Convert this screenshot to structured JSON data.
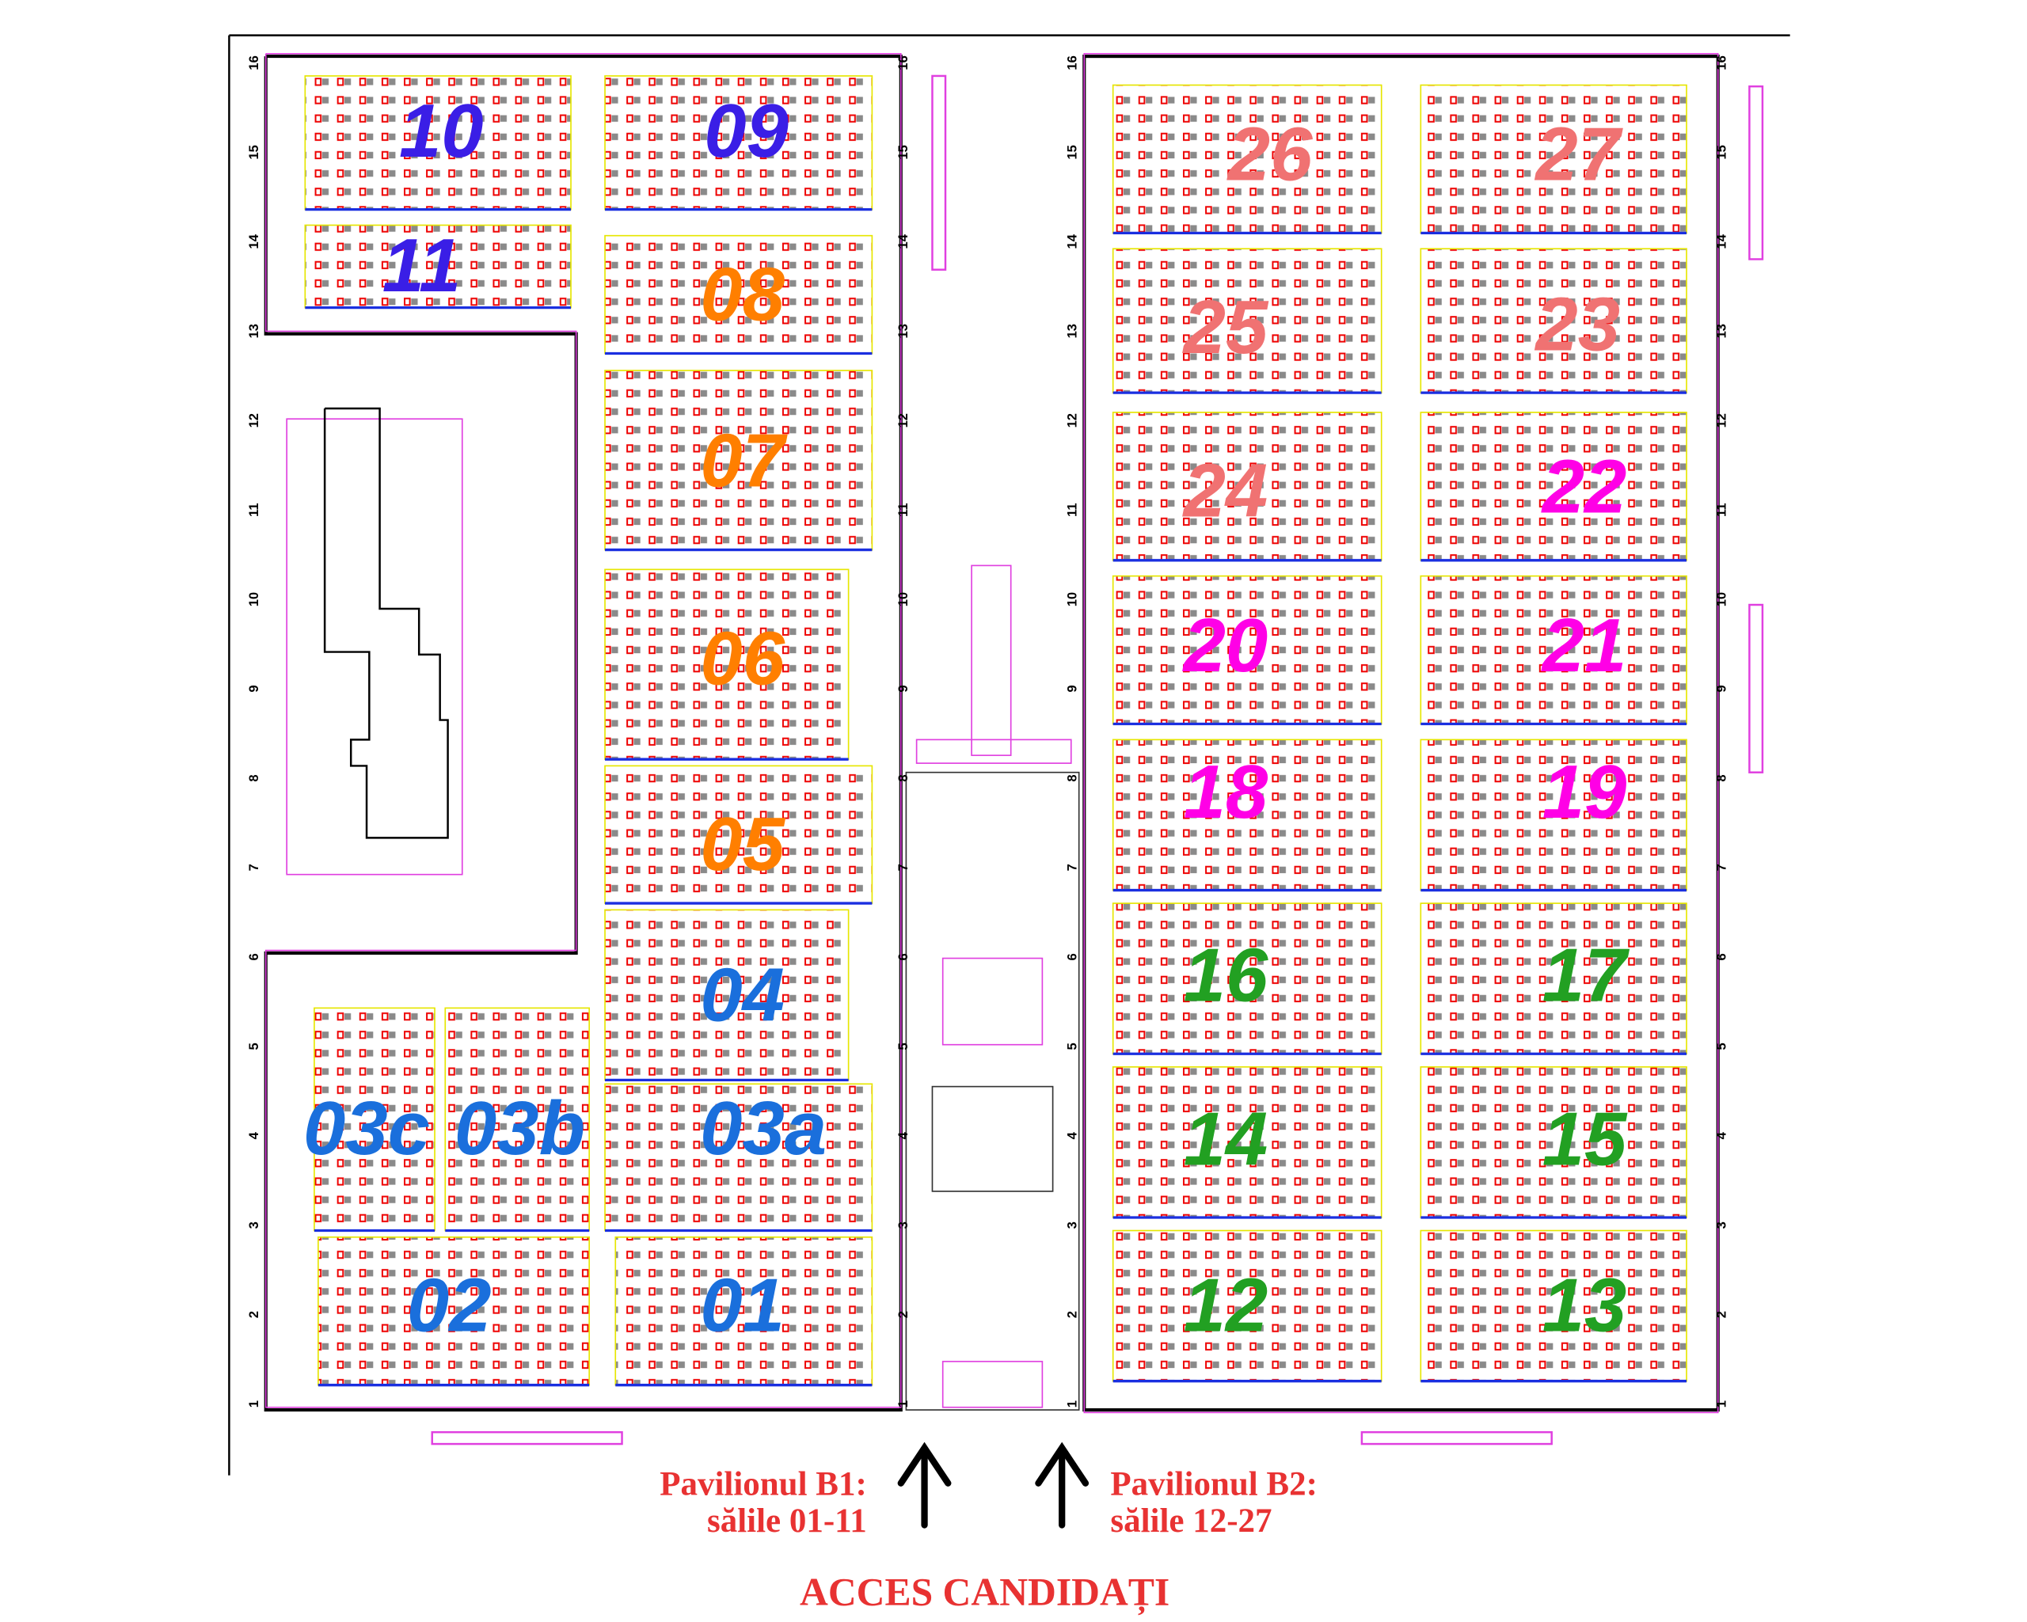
{
  "pavilions": {
    "b1": {
      "label_line1": "Pavilionul B1:",
      "label_line2": "sălile 01-11"
    },
    "b2": {
      "label_line1": "Pavilionul B2:",
      "label_line2": "sălile 12-27"
    }
  },
  "access_label": "ACCES CANDIDAȚI",
  "axis_labels": [
    "16",
    "15",
    "14",
    "13",
    "12",
    "11",
    "10",
    "9",
    "8",
    "7",
    "6",
    "5",
    "4",
    "3",
    "2",
    "1"
  ],
  "colors": {
    "violet": "#3a1ee6",
    "orange": "#ff7f00",
    "blue": "#1a6fdc",
    "salmon": "#f07272",
    "magenta": "#ff00e6",
    "green": "#22a022",
    "caption": "#e83232"
  },
  "rooms": [
    {
      "id": "10",
      "color": "violet"
    },
    {
      "id": "09",
      "color": "violet"
    },
    {
      "id": "11",
      "color": "violet"
    },
    {
      "id": "08",
      "color": "orange"
    },
    {
      "id": "07",
      "color": "orange"
    },
    {
      "id": "06",
      "color": "orange"
    },
    {
      "id": "05",
      "color": "orange"
    },
    {
      "id": "04",
      "color": "blue"
    },
    {
      "id": "03c",
      "color": "blue"
    },
    {
      "id": "03b",
      "color": "blue"
    },
    {
      "id": "03a",
      "color": "blue"
    },
    {
      "id": "02",
      "color": "blue"
    },
    {
      "id": "01",
      "color": "blue"
    },
    {
      "id": "26",
      "color": "salmon"
    },
    {
      "id": "27",
      "color": "salmon"
    },
    {
      "id": "25",
      "color": "salmon"
    },
    {
      "id": "23",
      "color": "salmon"
    },
    {
      "id": "24",
      "color": "salmon"
    },
    {
      "id": "22",
      "color": "magenta"
    },
    {
      "id": "20",
      "color": "magenta"
    },
    {
      "id": "21",
      "color": "magenta"
    },
    {
      "id": "18",
      "color": "magenta"
    },
    {
      "id": "19",
      "color": "magenta"
    },
    {
      "id": "16",
      "color": "green"
    },
    {
      "id": "17",
      "color": "green"
    },
    {
      "id": "14",
      "color": "green"
    },
    {
      "id": "15",
      "color": "green"
    },
    {
      "id": "12",
      "color": "green"
    },
    {
      "id": "13",
      "color": "green"
    }
  ]
}
